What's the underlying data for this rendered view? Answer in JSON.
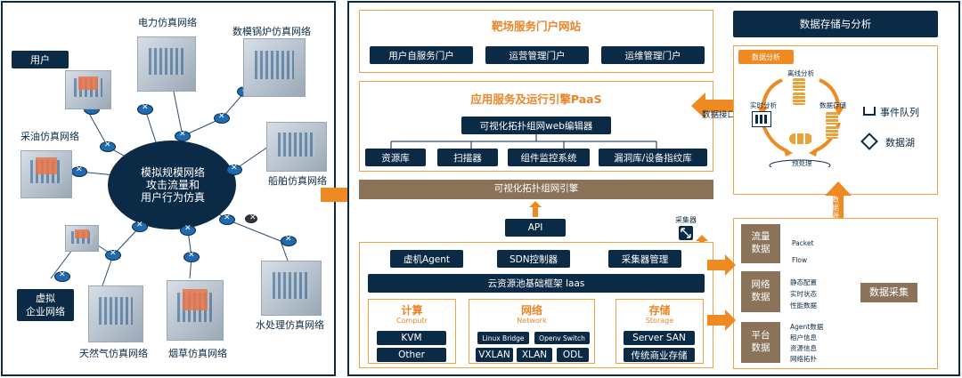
{
  "left": {
    "center": [
      "模拟规模网络",
      "攻击流量和",
      "用户行为仿真"
    ],
    "nodes": {
      "power": "电力仿真网络",
      "boiler": "数模锅炉仿真网络",
      "user": "用户",
      "oil": "采油仿真网络",
      "ship": "船舶仿真网络",
      "virtual_ent": [
        "虚拟",
        "企业网络"
      ],
      "gas": "天然气仿真网络",
      "tobacco": "烟草仿真网络",
      "water": "水处理仿真网络"
    }
  },
  "portal": {
    "title": "靶场服务门户网站",
    "items": [
      "用户自服务门户",
      "运营管理门户",
      "运维管理门户"
    ]
  },
  "paas": {
    "title": "应用服务及运行引擎PaaS",
    "editor": "可视化拓扑组网web编辑器",
    "items": [
      "资源库",
      "扫描器",
      "组件监控系统",
      "漏洞库/设备指纹库"
    ]
  },
  "engine_bar": "可视化拓扑组网引擎",
  "api": "API",
  "collector_label": "采集器",
  "iaas": {
    "top": [
      "虚机Agent",
      "SDN控制器",
      "采集器管理"
    ],
    "bar": "云资源池基础框架 Iaas",
    "compute": {
      "title": "计算",
      "subtitle": "Computr",
      "items": [
        "KVM",
        "Other"
      ]
    },
    "network": {
      "title": "网络",
      "subtitle": "Network",
      "items": [
        "Linux Bridge",
        "Openv Switch",
        "VXLAN",
        "XLAN",
        "ODL"
      ]
    },
    "storage": {
      "title": "存储",
      "subtitle": "Storage",
      "items": [
        "Server SAN",
        "传统商业存储"
      ]
    }
  },
  "data_interface": "数据接口",
  "storage_analysis": {
    "header": "数据存储与分析",
    "badge": "数据分析",
    "cycle": [
      "离线分析",
      "实时分析",
      "数据存储",
      "预处理"
    ],
    "queue": "事件队列",
    "lake": "数据湖"
  },
  "data_source": "数据源",
  "collection": {
    "rows": [
      {
        "name": [
          "流量",
          "数据"
        ],
        "details": [
          "Packet",
          "Flow"
        ]
      },
      {
        "name": [
          "网络",
          "数据"
        ],
        "details": [
          "静态配置",
          "实时状态",
          "性能数据"
        ]
      },
      {
        "name": [
          "平台",
          "数据"
        ],
        "details": [
          "Agent数据",
          "租户信息",
          "资源信息",
          "网络拓扑"
        ]
      }
    ],
    "label": "数据采集"
  },
  "colors": {
    "navy": "#0b2a45",
    "orange": "#e9862a",
    "tan": "#8a7358",
    "border_orange": "#f0a24a",
    "node_blue": "#1e6bb0"
  }
}
